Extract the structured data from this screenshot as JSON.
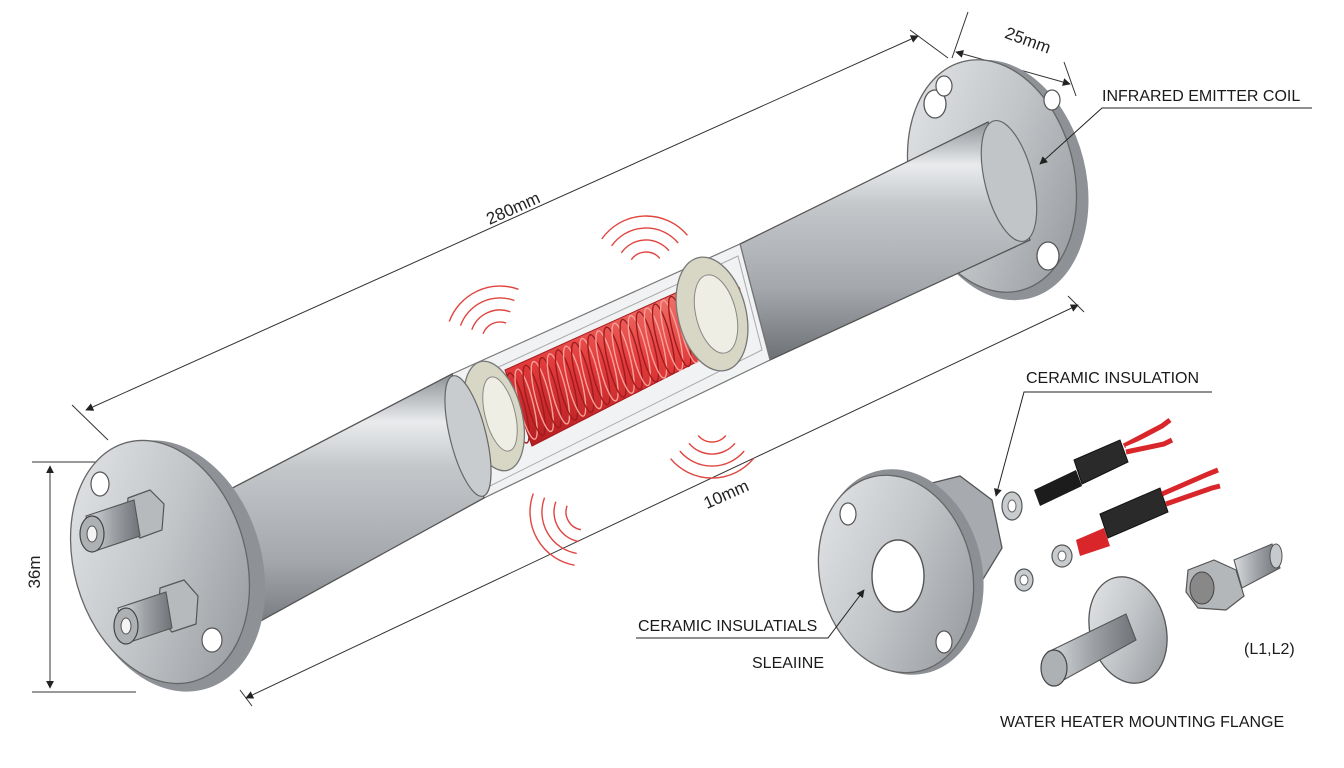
{
  "dimensions": {
    "length_280": "280mm",
    "flange_25": "25mm",
    "inner_10": "10mm",
    "height_36": "36m"
  },
  "labels": {
    "infrared_emitter_coil": "INFRARED EMITTER COIL",
    "ceramic_insulation": "CERAMIC INSULATION",
    "ceramic_insulatials": "CERAMIC INSULATIALS",
    "sleaiine": "SLEAIINE",
    "terminals": "(L1,L2)",
    "mounting_flange": "WATER HEATER MOUNTING FLANGE"
  },
  "colors": {
    "steel": "#b9bcc0",
    "coil": "#e23a3a",
    "ceramic": "#d8d6c4",
    "wire_black": "#1c1c1c",
    "wire_red": "#d8262b",
    "radiation": "#e0453f"
  }
}
